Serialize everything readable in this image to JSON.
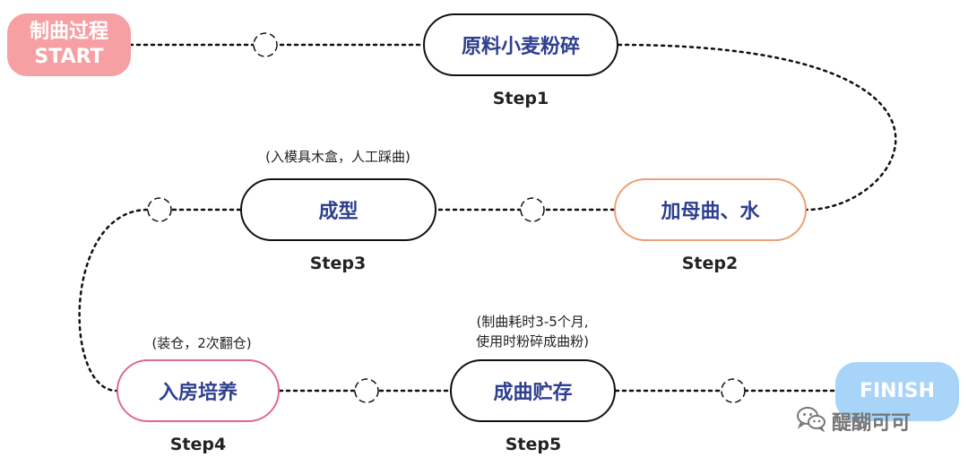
{
  "start": {
    "line1": "制曲过程",
    "line2": "START"
  },
  "finish": {
    "label": "FINISH"
  },
  "nodes": [
    {
      "label": "原料小麦粉碎",
      "step": "Step1"
    },
    {
      "label": "加母曲、水",
      "step": "Step2"
    },
    {
      "label": "成型",
      "step": "Step3",
      "note": "(入模具木盒，人工踩曲)"
    },
    {
      "label": "入房培养",
      "step": "Step4",
      "note": "(装仓，2次翻仓)"
    },
    {
      "label": "成曲贮存",
      "step": "Step5",
      "note_line1": "(制曲耗时3-5个月,",
      "note_line2": "使用时粉碎成曲粉)"
    }
  ],
  "watermark": {
    "text": "醍醐可可",
    "icon": "wechat-icon"
  },
  "colors": {
    "start": "#f7a0a3",
    "finish": "#a8d4fa",
    "node_text": "#2e3f8f",
    "step2_border": "#e9a175",
    "step4_border": "#e06a8a"
  }
}
